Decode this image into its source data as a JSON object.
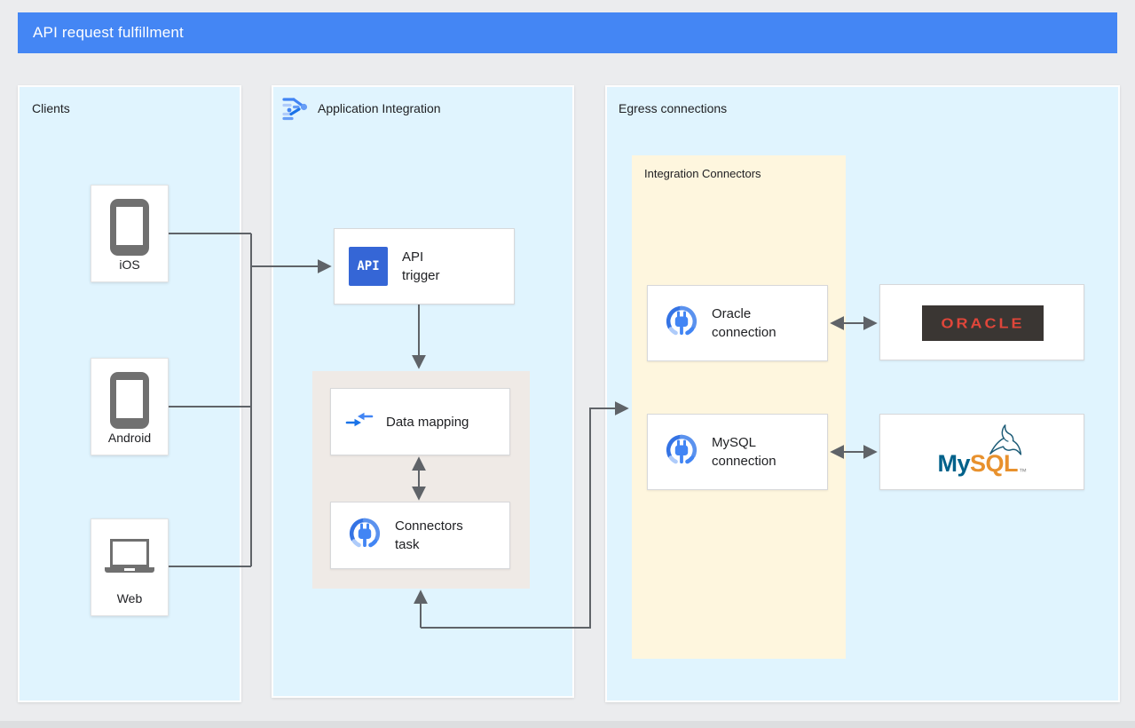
{
  "banner": {
    "title": "API request fulfillment"
  },
  "clients_panel": {
    "title": "Clients",
    "nodes": [
      {
        "label": "iOS",
        "icon": "smartphone-icon"
      },
      {
        "label": "Android",
        "icon": "smartphone-icon"
      },
      {
        "label": "Web",
        "icon": "laptop-icon"
      }
    ]
  },
  "integration_panel": {
    "title": "Application Integration",
    "icon": "application-integration-icon",
    "api_trigger": {
      "icon": "api-trigger-icon",
      "icon_text": "API",
      "label": "API\ntrigger"
    },
    "data_mapping": {
      "icon": "data-mapping-icon",
      "label": "Data mapping"
    },
    "connectors_task": {
      "icon": "integration-connectors-icon",
      "label": "Connectors\ntask"
    }
  },
  "egress_panel": {
    "title": "Egress connections",
    "integration_connectors": {
      "title": "Integration Connectors",
      "oracle_connection": {
        "icon": "integration-connectors-icon",
        "label": "Oracle\nconnection"
      },
      "mysql_connection": {
        "icon": "integration-connectors-icon",
        "label": "MySQL\nconnection"
      }
    },
    "oracle_target": {
      "icon": "oracle-logo",
      "label": "ORACLE"
    },
    "mysql_target": {
      "icon": "mysql-logo",
      "label_my": "My",
      "label_sql": "SQL",
      "trademark": "™"
    }
  },
  "colors": {
    "banner_blue": "#4486F4",
    "panel_blue": "#E0F4FE",
    "group_beige": "#EFEAE6",
    "group_yellow": "#FEF6DE",
    "arrow_gray": "#5F6368",
    "connector_icon_blue": "#4285F4",
    "api_icon_blue": "#3566D6",
    "oracle_red": "#E0463A",
    "oracle_dark": "#3A3633",
    "mysql_teal": "#00618A",
    "mysql_orange": "#E8912D",
    "device_gray": "#707070"
  }
}
